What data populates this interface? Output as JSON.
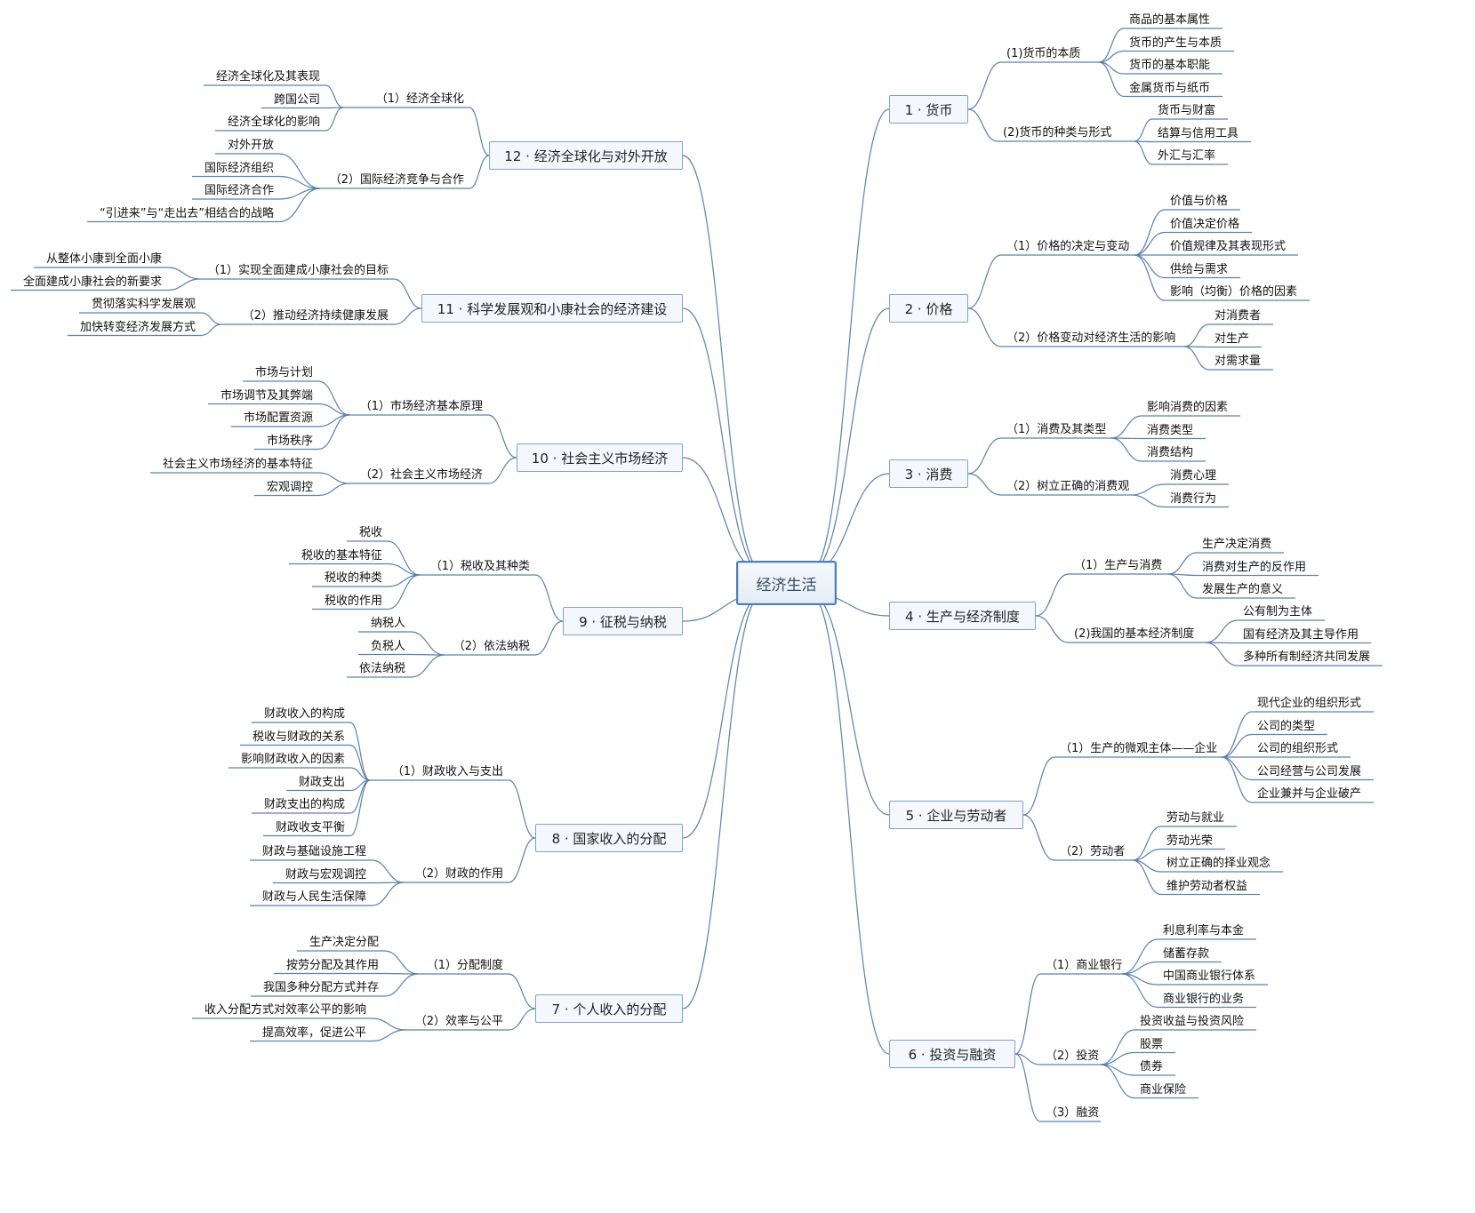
{
  "root": {
    "label": "经济生活"
  },
  "branches": [
    {
      "id": "1",
      "label": "1 · 货币",
      "side": "right",
      "children": [
        {
          "label": "(1)货币的本质",
          "children": [
            "商品的基本属性",
            "货币的产生与本质",
            "货币的基本职能",
            "金属货币与纸币"
          ]
        },
        {
          "label": "(2)货币的种类与形式",
          "children": [
            "货币与财富",
            "结算与信用工具",
            "外汇与汇率"
          ]
        }
      ]
    },
    {
      "id": "2",
      "label": "2 · 价格",
      "side": "right",
      "children": [
        {
          "label": "（1）价格的决定与变动",
          "children": [
            "价值与价格",
            "价值决定价格",
            "价值规律及其表现形式",
            "供给与需求",
            "影响（均衡）价格的因素"
          ]
        },
        {
          "label": "（2）价格变动对经济生活的影响",
          "children": [
            "对消费者",
            "对生产",
            "对需求量"
          ]
        }
      ]
    },
    {
      "id": "3",
      "label": "3 · 消费",
      "side": "right",
      "children": [
        {
          "label": "（1）消费及其类型",
          "children": [
            "影响消费的因素",
            "消费类型",
            "消费结构"
          ]
        },
        {
          "label": "（2）树立正确的消费观",
          "children": [
            "消费心理",
            "消费行为"
          ]
        }
      ]
    },
    {
      "id": "4",
      "label": "4 · 生产与经济制度",
      "side": "right",
      "children": [
        {
          "label": "（1）生产与消费",
          "children": [
            "生产决定消费",
            "消费对生产的反作用",
            "发展生产的意义"
          ]
        },
        {
          "label": "(2)我国的基本经济制度",
          "children": [
            "公有制为主体",
            "国有经济及其主导作用",
            "多种所有制经济共同发展"
          ]
        }
      ]
    },
    {
      "id": "5",
      "label": "5 · 企业与劳动者",
      "side": "right",
      "children": [
        {
          "label": "（1）生产的微观主体——企业",
          "children": [
            "现代企业的组织形式",
            "公司的类型",
            "公司的组织形式",
            "公司经营与公司发展",
            "企业兼并与企业破产"
          ]
        },
        {
          "label": "（2）劳动者",
          "children": [
            "劳动与就业",
            "劳动光荣",
            "树立正确的择业观念",
            "维护劳动者权益"
          ]
        }
      ]
    },
    {
      "id": "6",
      "label": "6 · 投资与融资",
      "side": "right",
      "children": [
        {
          "label": "（1）商业银行",
          "children": [
            "利息利率与本金",
            "储蓄存款",
            "中国商业银行体系",
            "商业银行的业务"
          ]
        },
        {
          "label": "（2）投资",
          "children": [
            "投资收益与投资风险",
            "股票",
            "债券",
            "商业保险"
          ]
        },
        {
          "label": "（3）融资",
          "children": []
        }
      ]
    },
    {
      "id": "12",
      "label": "12 · 经济全球化与对外开放",
      "side": "left",
      "children": [
        {
          "label": "（1）经济全球化",
          "children": [
            "经济全球化及其表现",
            "跨国公司",
            "经济全球化的影响"
          ]
        },
        {
          "label": "（2）国际经济竞争与合作",
          "children": [
            "对外开放",
            "国际经济组织",
            "国际经济合作",
            "“引进来”与“走出去”相结合的战略"
          ]
        }
      ]
    },
    {
      "id": "11",
      "label": "11 · 科学发展观和小康社会的经济建设",
      "side": "left",
      "children": [
        {
          "label": "（1）实现全面建成小康社会的目标",
          "children": [
            "从整体小康到全面小康",
            "全面建成小康社会的新要求"
          ]
        },
        {
          "label": "（2）推动经济持续健康发展",
          "children": [
            "贯彻落实科学发展观",
            "加快转变经济发展方式"
          ]
        }
      ]
    },
    {
      "id": "10",
      "label": "10 · 社会主义市场经济",
      "side": "left",
      "children": [
        {
          "label": "（1）市场经济基本原理",
          "children": [
            "市场与计划",
            "市场调节及其弊端",
            "市场配置资源",
            "市场秩序"
          ]
        },
        {
          "label": "（2）社会主义市场经济",
          "children": [
            "社会主义市场经济的基本特征",
            "宏观调控"
          ]
        }
      ]
    },
    {
      "id": "9",
      "label": "9 · 征税与纳税",
      "side": "left",
      "children": [
        {
          "label": "（1）税收及其种类",
          "children": [
            "税收",
            "税收的基本特征",
            "税收的种类",
            "税收的作用"
          ]
        },
        {
          "label": "（2）依法纳税",
          "children": [
            "纳税人",
            "负税人",
            "依法纳税"
          ]
        }
      ]
    },
    {
      "id": "8",
      "label": "8 · 国家收入的分配",
      "side": "left",
      "children": [
        {
          "label": "（1）财政收入与支出",
          "children": [
            "财政收入的构成",
            "税收与财政的关系",
            "影响财政收入的因素",
            "财政支出",
            "财政支出的构成",
            "财政收支平衡"
          ]
        },
        {
          "label": "（2）财政的作用",
          "children": [
            "财政与基础设施工程",
            "财政与宏观调控",
            "财政与人民生活保障"
          ]
        }
      ]
    },
    {
      "id": "7",
      "label": "7 · 个人收入的分配",
      "side": "left",
      "children": [
        {
          "label": "（1）分配制度",
          "children": [
            "生产决定分配",
            "按劳分配及其作用",
            "我国多种分配方式并存"
          ]
        },
        {
          "label": "（2）效率与公平",
          "children": [
            "收入分配方式对效率公平的影响",
            "提高效率，促进公平"
          ]
        }
      ]
    }
  ]
}
